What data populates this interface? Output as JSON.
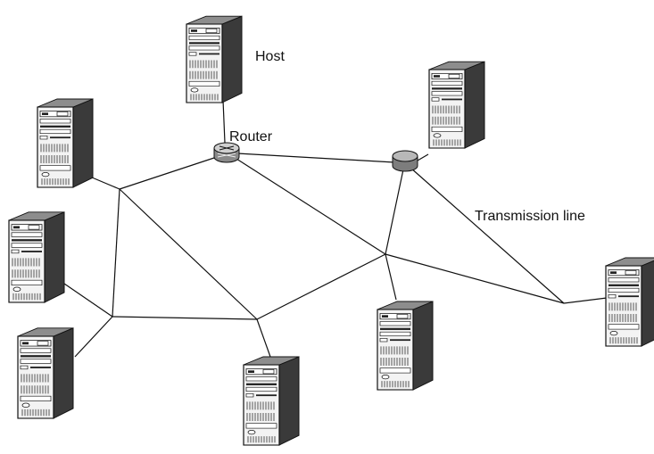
{
  "labels": {
    "host": "Host",
    "router": "Router",
    "transmission_line": "Transmission line"
  },
  "icons": {
    "host": "server-tower-icon",
    "router": "router-icon"
  },
  "colors": {
    "background": "#ffffff",
    "stroke": "#111111",
    "server_front": "#f2f2f2",
    "server_side": "#3c3c3c",
    "router_body": "#8a8a8a"
  }
}
